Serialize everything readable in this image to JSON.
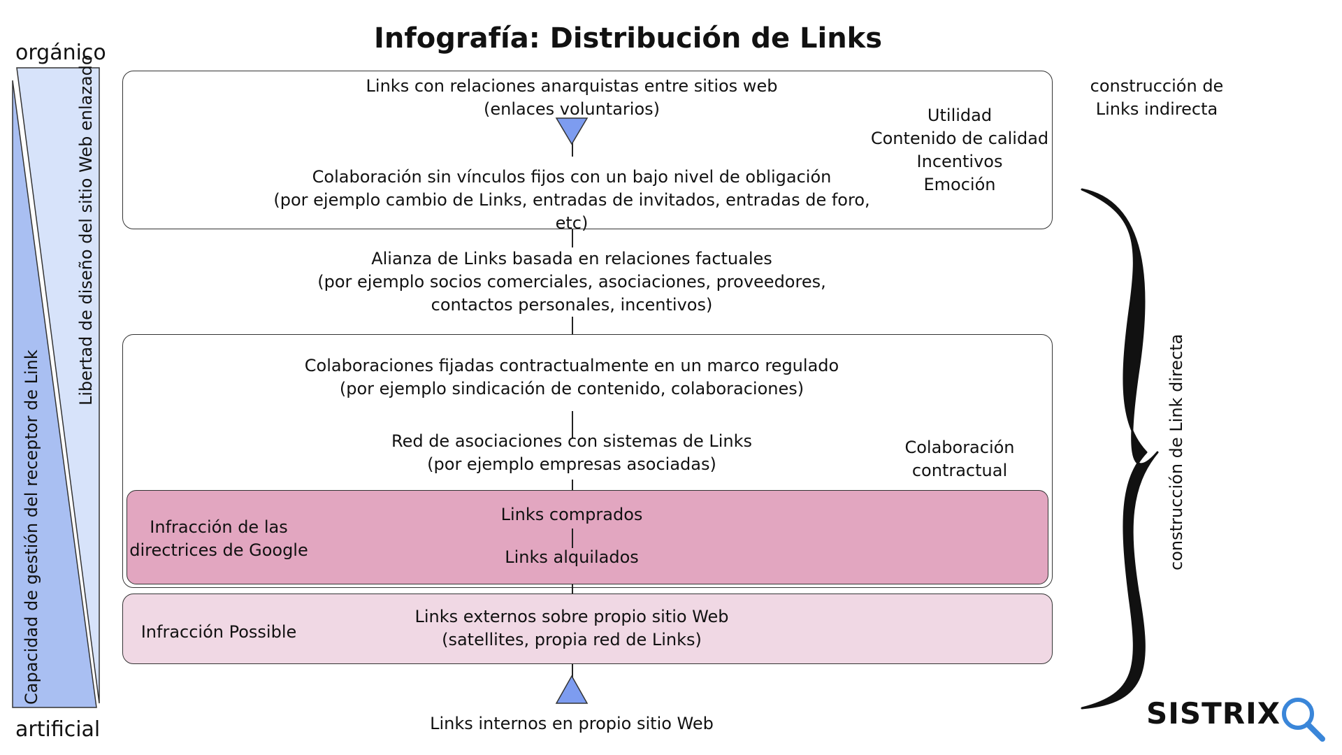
{
  "title": "Infografía: Distribución de Links",
  "left_scale": {
    "top_label": "orgánico",
    "bottom_label": "artificial",
    "wedge_outer_label": "Capacidad de gestión del receptor de Link",
    "wedge_inner_label": "Libertad de diseño del sitio Web enlazado",
    "colors": {
      "outer": "#a9bff2",
      "inner": "#d7e3fa"
    }
  },
  "levels": {
    "l1": "Links con relaciones anarquistas entre sitios web\n(enlaces voluntarios)",
    "l2": "Colaboración sin vínculos fijos con un bajo nivel de obligación\n(por ejemplo cambio de Links, entradas de invitados, entradas de foro, etc)",
    "l3": "Alianza de Links basada en relaciones factuales\n(por ejemplo socios comerciales, asociaciones, proveedores,\ncontactos personales, incentivos)",
    "l4": "Colaboraciones fijadas contractualmente en un marco regulado\n(por ejemplo sindicación de contenido, colaboraciones)",
    "l5": "Red de asociaciones con sistemas de Links\n(por ejemplo empresas asociadas)",
    "l6": "Links comprados",
    "l7": "Links alquilados",
    "l8": "Links externos sobre propio sitio Web\n(satellites, propia red de Links)",
    "l9": "Links internos en propio sitio Web"
  },
  "side_notes": {
    "motivations": "Utilidad\nContenido de calidad\nIncentivos\nEmoción",
    "contract": "Colaboración\ncontractual",
    "google_violation": "Infracción de las\ndirectrices de Google",
    "possible_violation": "Infracción Possible"
  },
  "right": {
    "indirect": "construcción de\nLinks indirecta",
    "direct": "construcción de Link directa"
  },
  "logo": {
    "text": "SISTRIX",
    "icon": "magnifier-icon",
    "color": "#3a86d9"
  },
  "colors": {
    "triangle": "#7d9cf0",
    "google_box": "#e2a6c0",
    "possible_box": "#f0d8e4"
  }
}
